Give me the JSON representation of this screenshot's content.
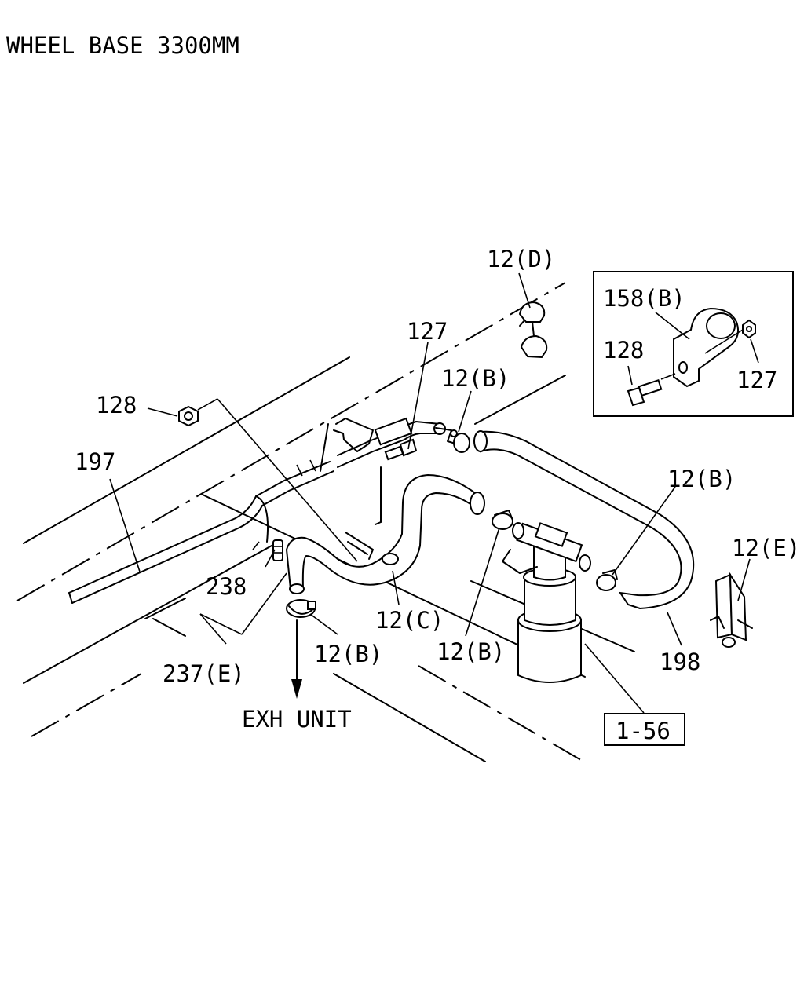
{
  "header": {
    "title": "WHEEL BASE 3300MM"
  },
  "labels": {
    "p12d": "12(D)",
    "p158b": "158(B)",
    "p128_inset": "128",
    "p127_inset": "127",
    "p127": "127",
    "p12b_top": "12(B)",
    "p128": "128",
    "p197": "197",
    "p12b_right": "12(B)",
    "p12e": "12(E)",
    "p238": "238",
    "p12c": "12(C)",
    "p12b_center": "12(B)",
    "p12b_bottom": "12(B)",
    "p237e": "237(E)",
    "p198": "198",
    "p1_56": "1-56",
    "exh_unit": "EXH UNIT"
  }
}
